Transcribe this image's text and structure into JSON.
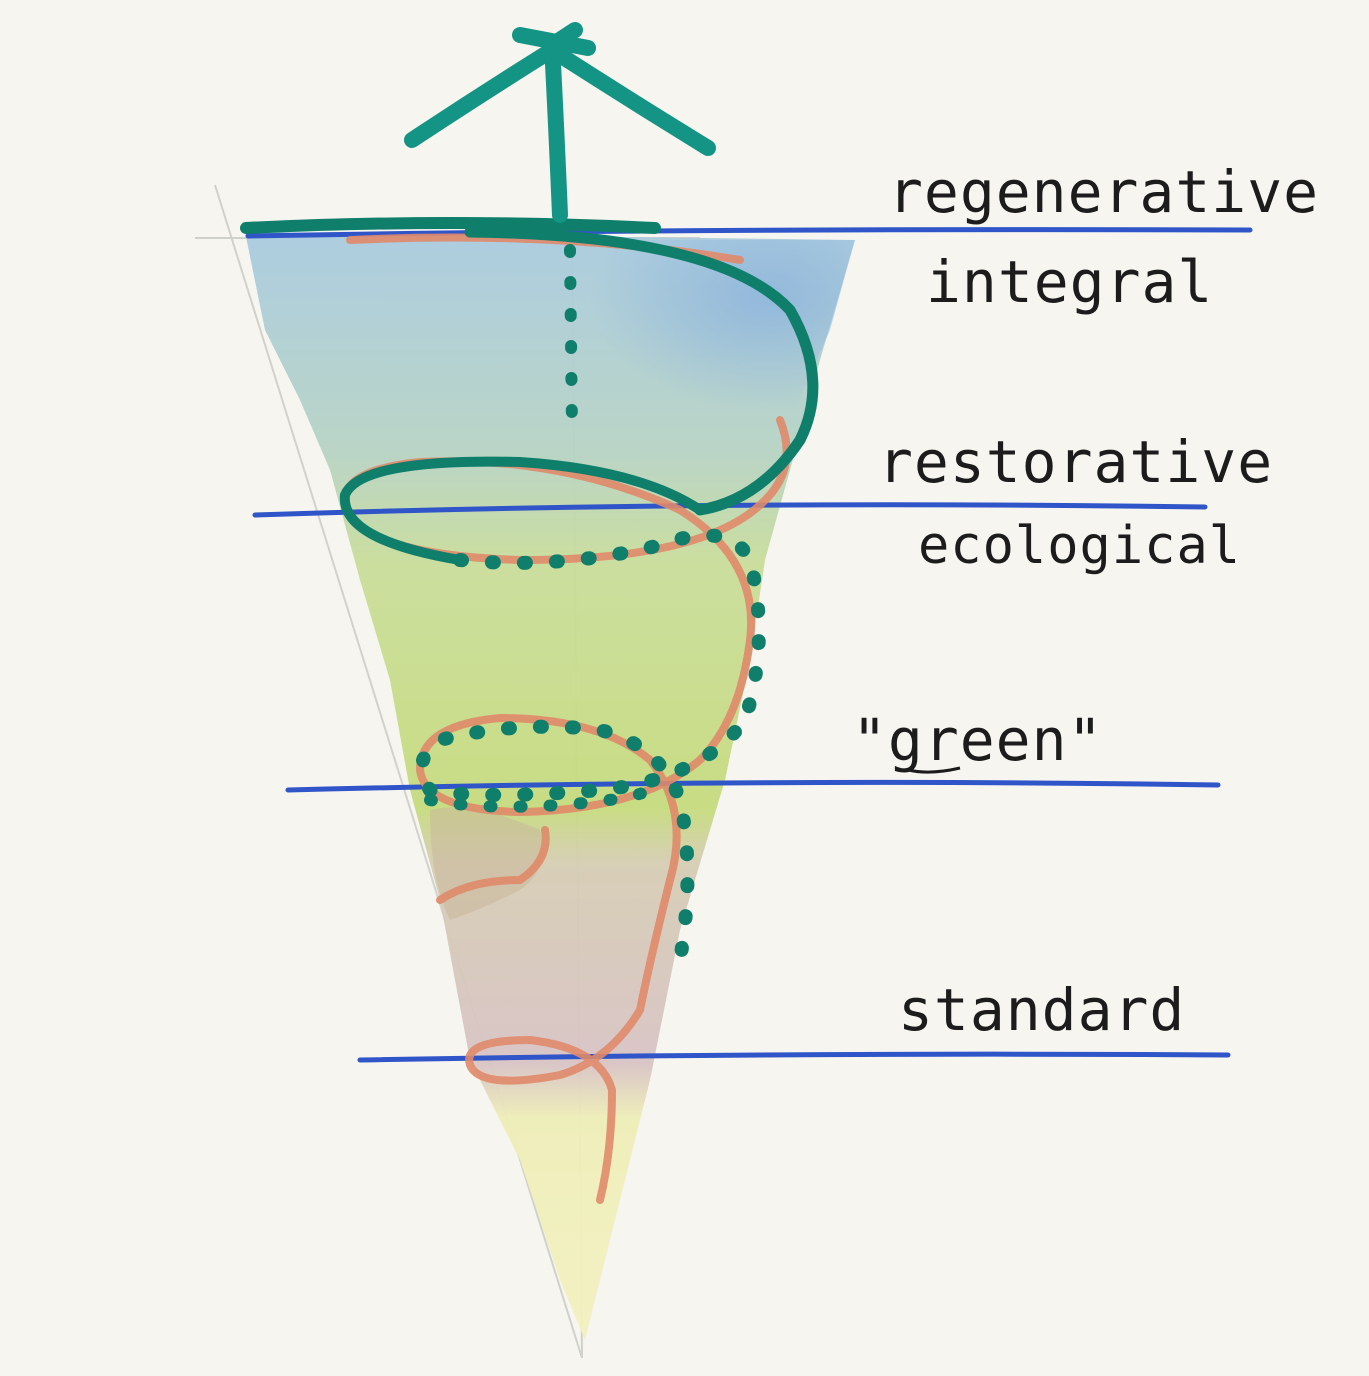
{
  "levels": [
    {
      "id": "regenerative",
      "upper": "regenerative",
      "lower": "integral"
    },
    {
      "id": "restorative",
      "upper": "restorative",
      "lower": "ecological"
    },
    {
      "id": "green",
      "upper": "\"green\"",
      "lower": ""
    },
    {
      "id": "standard",
      "upper": "standard",
      "lower": ""
    }
  ],
  "colors": {
    "paper": "#f6f5f0",
    "level_line": "#2f55c8",
    "spiral_teal": "#0f7f6c",
    "spiral_salmon": "#e08a6a",
    "wash_blue": "#9cc4de",
    "wash_green": "#c4dc7a",
    "wash_mauve": "#d9c3c6",
    "wash_yellow": "#eeeeb0",
    "ink": "#1c1c1c"
  },
  "icons": {
    "arrow": "up-arrow-icon"
  }
}
